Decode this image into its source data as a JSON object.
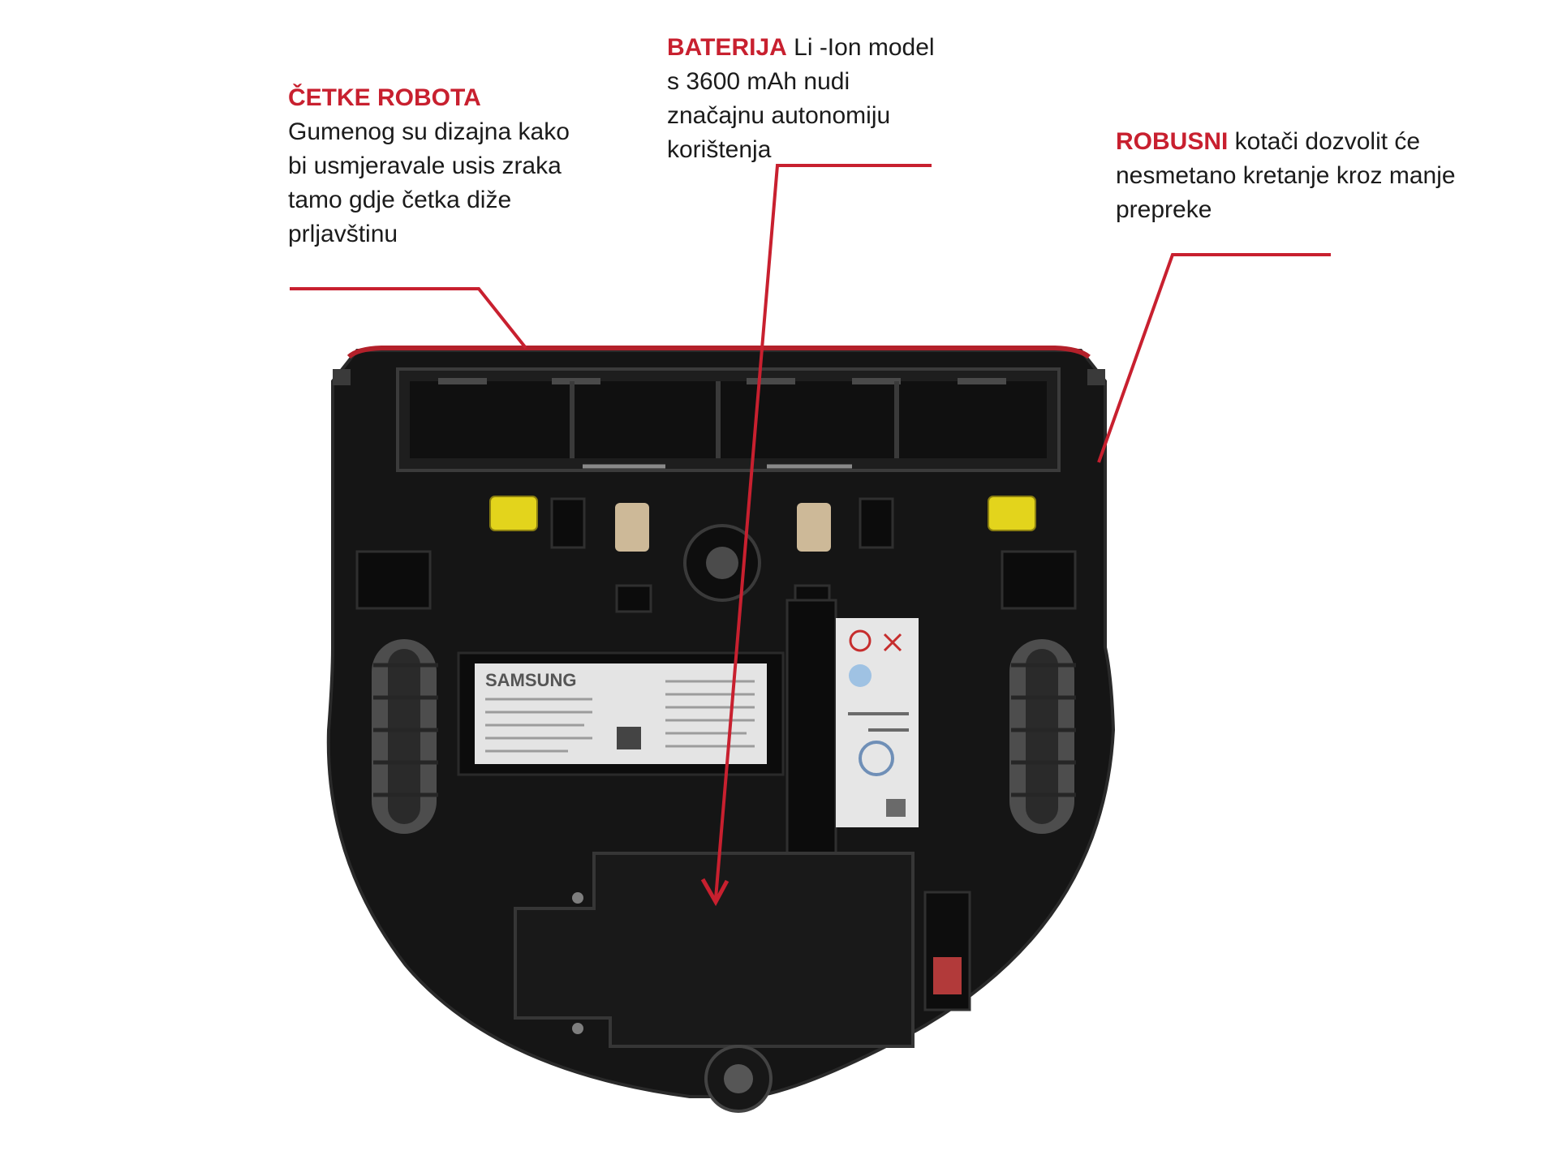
{
  "callouts": {
    "brushes": {
      "heading": "ČETKE ROBOTA",
      "text": "Gumenog su dizajna kako bi usmjeravale usis zraka tamo gdje četka diže prljavštinu"
    },
    "battery": {
      "heading": "BATERIJA",
      "text": " Li -Ion model s 3600 mAh nudi značajnu autonomiju korištenja"
    },
    "wheels": {
      "heading": "ROBUSNI",
      "text": " kotači dozvolit će nesmetano kretanje kroz manje prepreke"
    }
  },
  "robot": {
    "brand_label": "SAMSUNG"
  },
  "colors": {
    "accent": "#c8202f",
    "body": "#141414",
    "brush_clip": "#e3d41c",
    "sensor_pad": "#cdb998",
    "label_sticker": "#e4e4e4"
  }
}
